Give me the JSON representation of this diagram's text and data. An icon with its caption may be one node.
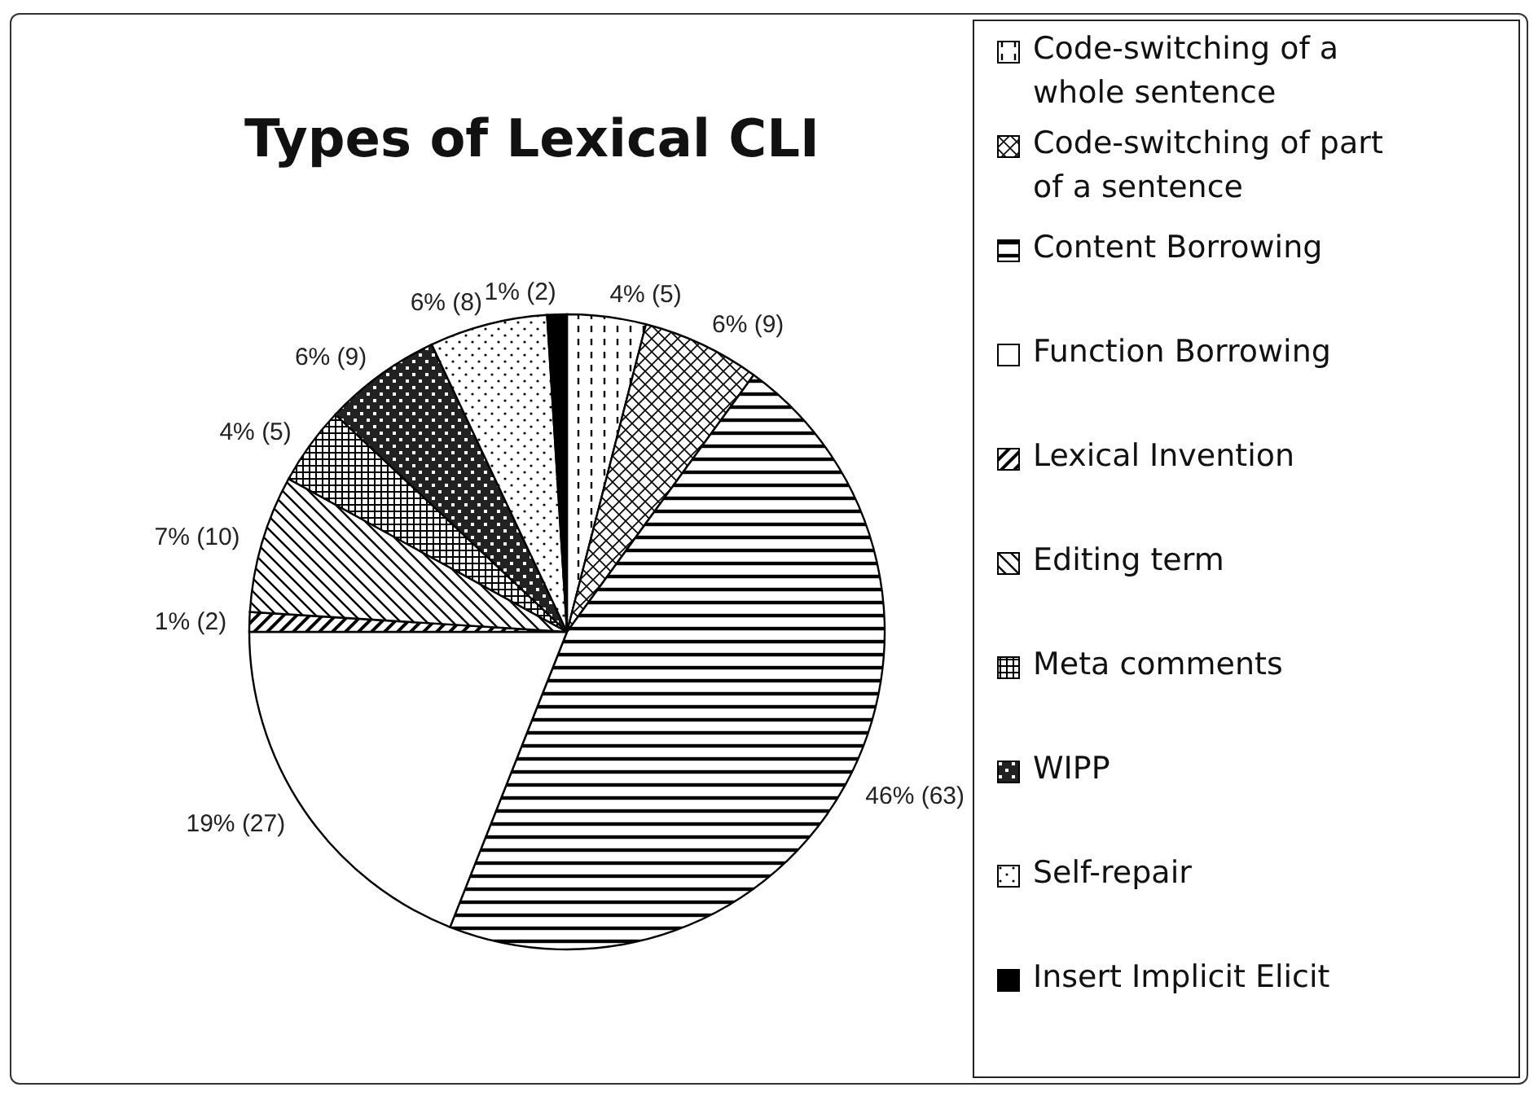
{
  "diagram": {
    "chart_data": {
      "type": "pie",
      "title": "Types of Lexical CLI",
      "categories": [
        "Code-switching of a whole sentence",
        "Code-switching of part of a sentence",
        "Content Borrowing",
        "Function Borrowing",
        "Lexical Invention",
        "Editing term",
        "Meta comments",
        "WIPP",
        "Self-repair",
        "Insert Implicit Elicit"
      ],
      "series": [
        {
          "values": [
            4,
            6,
            46,
            19,
            1,
            7,
            4,
            6,
            6,
            1
          ]
        }
      ],
      "value_labels": [
        "4% (5)",
        "6% (9)",
        "46% (63)",
        "19% (27)",
        "1% (2)",
        "7% (10)",
        "4% (5)",
        "6% (9)",
        "6% (8)",
        "1% (2)"
      ]
    }
  }
}
